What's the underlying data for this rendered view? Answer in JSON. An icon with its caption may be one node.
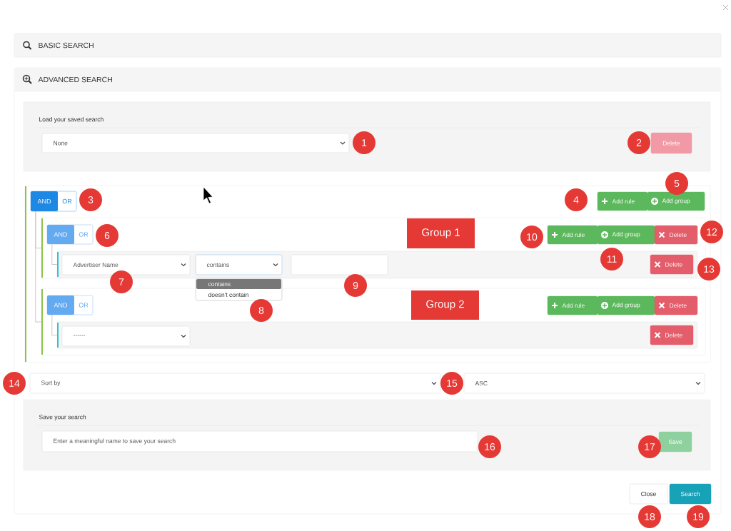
{
  "diagram": {
    "nodes": [
      {
        "text": [
          "BASIC SEARCH"
        ]
      },
      {
        "text": [
          "ADVANCED SEARCH"
        ]
      },
      {
        "text": [
          "Load your saved search"
        ],
        "in": 1
      },
      {
        "text": [
          "None"
        ],
        "in": 2
      },
      {
        "text": [
          "Delete"
        ],
        "in": 2
      },
      {
        "text": [],
        "shape": "box",
        "in": 1
      },
      {
        "text": [
          "AND",
          "OR"
        ],
        "in": 5
      },
      {
        "text": [
          "Add rule"
        ],
        "in": 5
      },
      {
        "text": [
          "Add group"
        ],
        "in": 5
      },
      {
        "text": [],
        "shape": "box",
        "in": 5
      },
      {
        "text": [
          "AND",
          "OR"
        ],
        "in": 9
      },
      {
        "text": [
          "Group 1"
        ],
        "in": 9
      },
      {
        "text": [
          "Add rule"
        ],
        "in": 9
      },
      {
        "text": [
          "Add group"
        ],
        "in": 9
      },
      {
        "text": [
          "Delete"
        ],
        "in": 9
      },
      {
        "text": [],
        "shape": "box",
        "in": 9
      },
      {
        "text": [
          "Advertiser Name"
        ],
        "in": 15
      },
      {
        "text": [
          "contains"
        ],
        "in": 15
      },
      {
        "text": [
          "contains",
          "doesn't contain"
        ],
        "in": 5
      },
      {
        "text": [],
        "shape": "box",
        "in": 15
      },
      {
        "text": [
          "Delete"
        ],
        "in": 15
      },
      {
        "text": [],
        "shape": "box",
        "in": 5
      },
      {
        "text": [
          "AND",
          "OR"
        ],
        "in": 21
      },
      {
        "text": [
          "Group 2"
        ],
        "in": 21
      },
      {
        "text": [
          "Add rule"
        ],
        "in": 21
      },
      {
        "text": [
          "Add group"
        ],
        "in": 21
      },
      {
        "text": [
          "Delete"
        ],
        "in": 21
      },
      {
        "text": [],
        "shape": "box",
        "in": 21
      },
      {
        "text": [
          "------"
        ],
        "in": 27
      },
      {
        "text": [
          "Delete"
        ],
        "in": 27
      },
      {
        "text": [
          "Sort by"
        ],
        "in": 1
      },
      {
        "text": [
          "ASC"
        ],
        "in": 1
      },
      {
        "text": [
          "Save your search"
        ],
        "in": 1
      },
      {
        "text": [
          "Enter a meaningful name to save your search"
        ],
        "in": 32
      },
      {
        "text": [
          "Save"
        ],
        "in": 32
      },
      {
        "text": [
          "Close"
        ],
        "in": 1
      },
      {
        "text": [
          "Search"
        ],
        "in": 1
      }
    ],
    "edges": [
      {
        "from": 6,
        "to": 9,
        "arrow": "none"
      },
      {
        "from": 6,
        "to": 21,
        "arrow": "none"
      },
      {
        "from": 10,
        "to": 15,
        "arrow": "none"
      },
      {
        "from": 22,
        "to": 27,
        "arrow": "none"
      }
    ],
    "labels": [
      "1",
      "2",
      "3",
      "4",
      "5",
      "6",
      "7",
      "8",
      "9",
      "10",
      "11",
      "12",
      "13",
      "14",
      "15",
      "16",
      "17",
      "18",
      "19"
    ]
  }
}
